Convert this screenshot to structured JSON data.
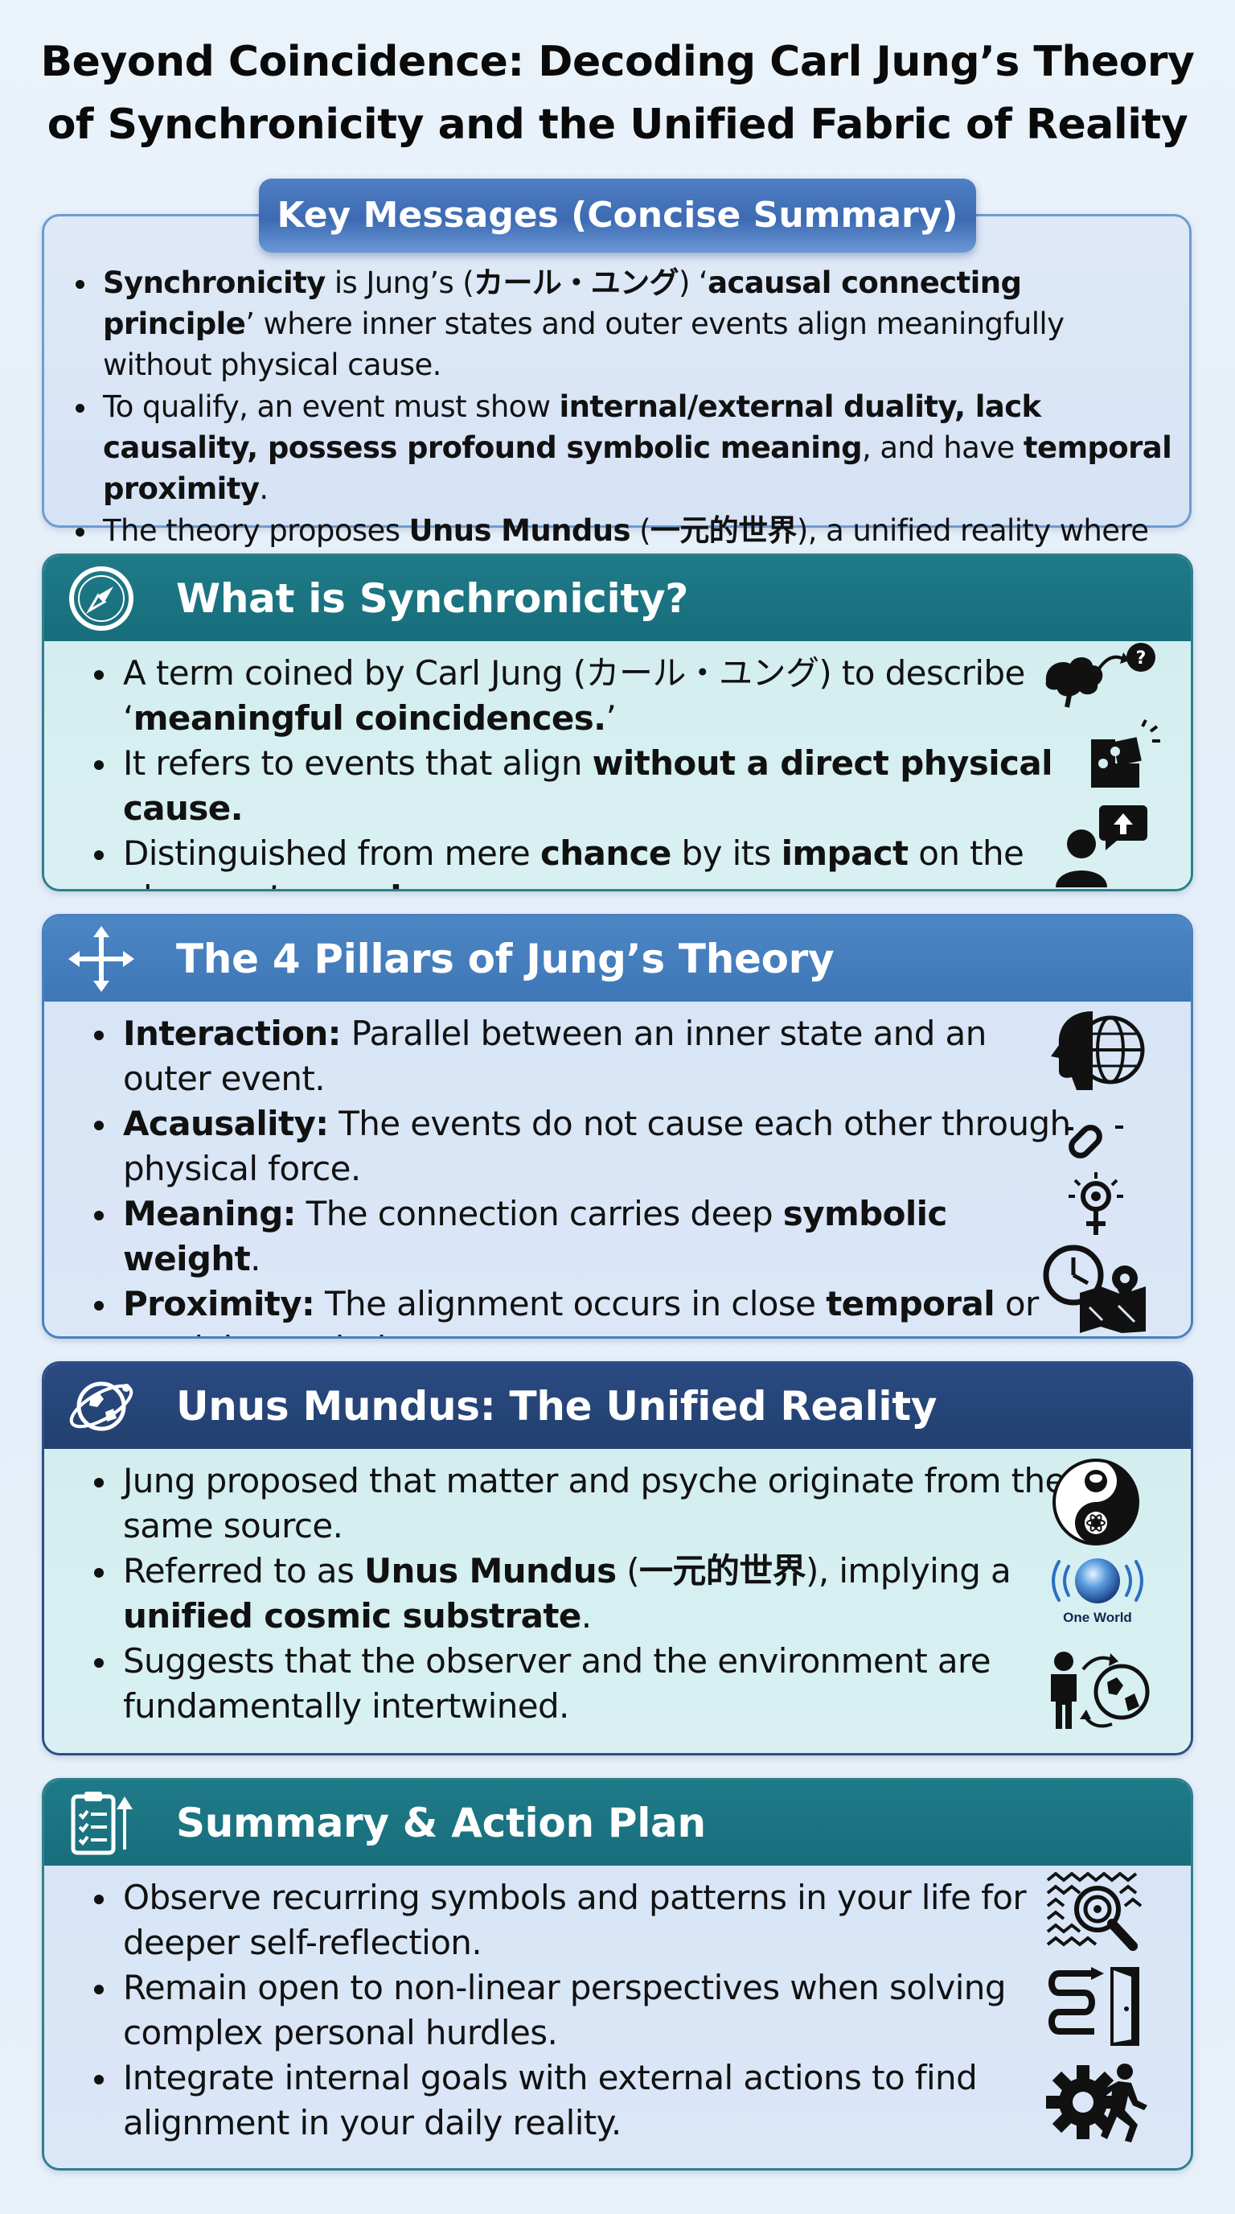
{
  "title": {
    "line1": "Beyond Coincidence: Decoding Carl Jung’s Theory",
    "line2": "of Synchronicity and the Unified Fabric of Reality"
  },
  "key_messages": {
    "heading": "Key Messages (Concise Summary)",
    "items": [
      {
        "b1": "Synchronicity",
        "t1": " is Jung’s (",
        "b2": "カール・ユング",
        "t2": ") ‘",
        "b3": "acausal connecting principle",
        "t3": "’ where inner states and outer events align meaningfully without physical cause."
      },
      {
        "t1": "To qualify, an event must show ",
        "b1": "internal/external duality, lack causality, possess profound symbolic meaning",
        "t2": ", and have ",
        "b2": "temporal proximity",
        "t3": "."
      },
      {
        "t1": "The theory proposes ",
        "b1": "Unus Mundus",
        "t2": " (",
        "b2": "一元的世界",
        "t3": "), a unified reality where mind and matter are expressions of a single underlying cosmic substrate."
      }
    ]
  },
  "sections": {
    "what": {
      "heading": "What is Synchronicity?",
      "items": [
        {
          "t1": "A term coined by Carl Jung (カール・ユング) to describe ‘",
          "b1": "meaningful coincidences.",
          "t2": "’"
        },
        {
          "t1": "It refers to events that align ",
          "b1": "without a direct physical cause.",
          "t2": ""
        },
        {
          "t1": "Distinguished from mere ",
          "b1": "chance",
          "t2": " by its ",
          "b2": "impact",
          "t3": " on the observer’s ",
          "b3": "psyche",
          "t4": "."
        }
      ],
      "icons": [
        "brain-question-icon",
        "puzzle-icon",
        "person-speech-icon"
      ]
    },
    "pillars": {
      "heading": "The 4 Pillars of Jung’s Theory",
      "items": [
        {
          "b1": "Interaction:",
          "t1": " Parallel between an inner state and an outer event."
        },
        {
          "b1": "Acausality:",
          "t1": " The events do not cause each other through physical force."
        },
        {
          "b1": "Meaning:",
          "t1": " The connection carries deep ",
          "b2": "symbolic weight",
          "t2": "."
        },
        {
          "b1": "Proximity:",
          "t1": " The alignment occurs in close ",
          "b2": "temporal",
          "t2": " or spatial association."
        }
      ],
      "icons": [
        "head-globe-icon",
        "broken-chain-icon",
        "lightbulb-symbol-icon",
        "clock-map-icon"
      ]
    },
    "unus": {
      "heading": "Unus Mundus: The Unified Reality",
      "items": [
        {
          "t1": "Jung proposed that matter and psyche originate from the same source."
        },
        {
          "t1": "Referred to as ",
          "b1": "Unus Mundus",
          "t2": " (",
          "b2": "一元的世界",
          "t3": "), implying a ",
          "b3": "unified cosmic substrate",
          "t4": "."
        },
        {
          "t1": "Suggests that the observer and the environment are fundamentally intertwined."
        }
      ],
      "one_world_label": "One World",
      "icons": [
        "yin-yang-icon",
        "one-world-orb-icon",
        "person-globe-cycle-icon"
      ]
    },
    "action": {
      "heading": "Summary & Action Plan",
      "items": [
        {
          "t1": "Observe recurring symbols and patterns in your life for deeper self-reflection."
        },
        {
          "t1": "Remain open to non-linear perspectives when solving complex personal hurdles."
        },
        {
          "t1": "Integrate internal goals with external actions to find alignment in your daily reality."
        }
      ],
      "icons": [
        "pattern-search-icon",
        "path-door-icon",
        "gear-runner-icon"
      ]
    }
  },
  "colors": {
    "teal_header": "#1f7a87",
    "blue_header": "#4d86c4",
    "navy_header": "#2a4a82",
    "key_pill": "#3d6bb3"
  }
}
